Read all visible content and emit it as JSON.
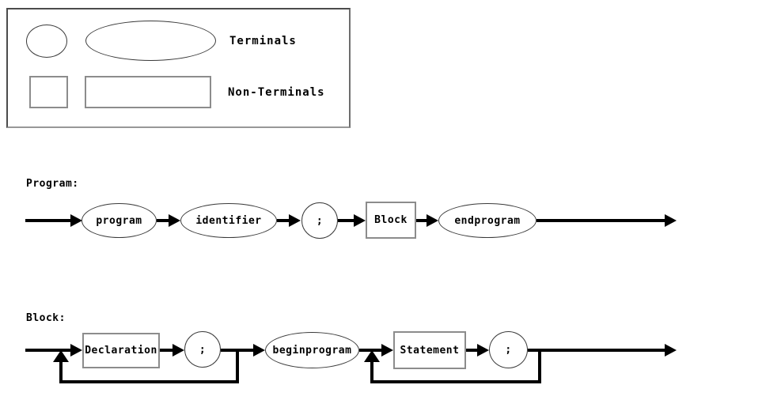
{
  "legend": {
    "terminals_label": "Terminals",
    "non_terminals_label": "Non-Terminals"
  },
  "program_rule": {
    "title": "Program:",
    "nodes": [
      {
        "label": "program",
        "shape": "ellipse"
      },
      {
        "label": "identifier",
        "shape": "ellipse"
      },
      {
        "label": ";",
        "shape": "circle"
      },
      {
        "label": "Block",
        "shape": "rect"
      },
      {
        "label": "endprogram",
        "shape": "ellipse"
      }
    ]
  },
  "block_rule": {
    "title": "Block:",
    "nodes": [
      {
        "label": "Declaration",
        "shape": "rect"
      },
      {
        "label": ";",
        "shape": "circle"
      },
      {
        "label": "beginprogram",
        "shape": "ellipse"
      },
      {
        "label": "Statement",
        "shape": "rect"
      },
      {
        "label": ";",
        "shape": "circle"
      }
    ]
  },
  "colors": {
    "background": "#ffffff",
    "line": "#000000",
    "terminal_border": "#3a3a3a",
    "non_terminal_border": "#8c8c8c",
    "text": "#000000"
  }
}
